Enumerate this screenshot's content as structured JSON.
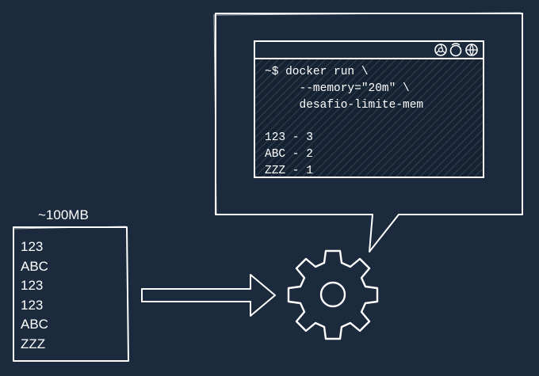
{
  "input_file": {
    "size_label": "~100MB",
    "lines": [
      "123",
      "ABC",
      "123",
      "123",
      "ABC",
      "ZZZ"
    ]
  },
  "terminal": {
    "command_lines": [
      "~$ docker run \\",
      "     --memory=\"20m\" \\",
      "     desafio-limite-mem"
    ],
    "output_lines": [
      "123 - 3",
      "ABC - 2",
      "ZZZ - 1"
    ],
    "window_icons": [
      "chrome-icon",
      "firefox-icon",
      "browser-globe-icon"
    ]
  },
  "colors": {
    "background": "#1b2b3d",
    "stroke": "#ffffff",
    "terminal_bg": "#152232"
  }
}
